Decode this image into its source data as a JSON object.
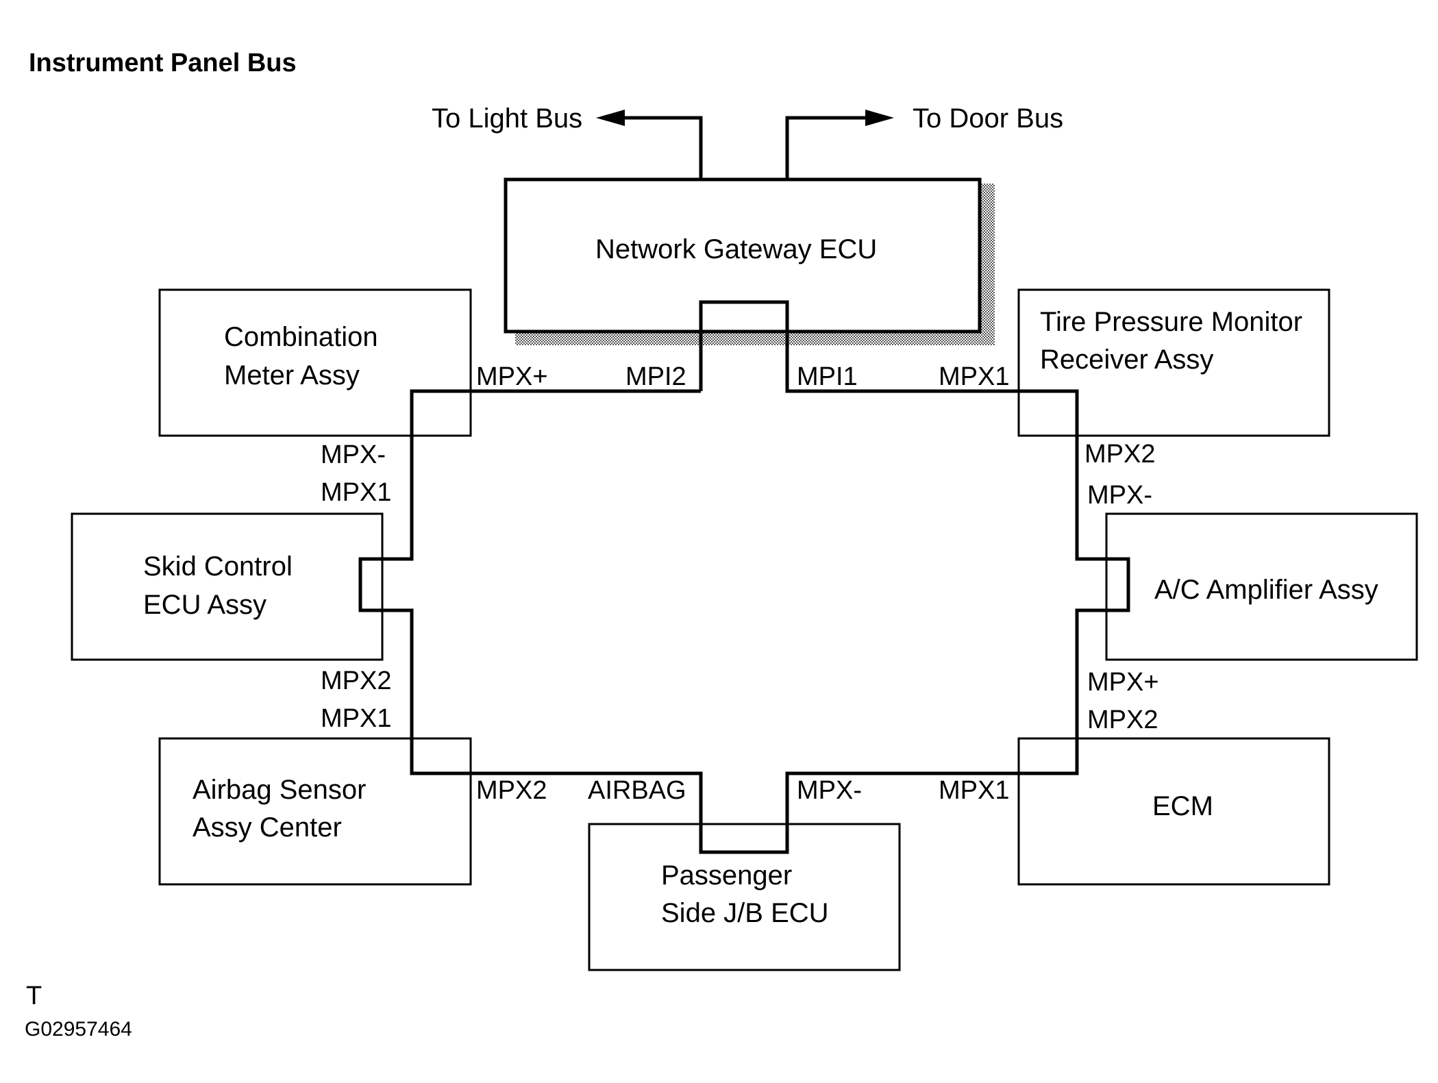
{
  "title": "Instrument Panel Bus",
  "external": {
    "light_bus": "To Light Bus",
    "door_bus": "To Door Bus"
  },
  "components": {
    "gateway": [
      "Network Gateway ECU"
    ],
    "combination_meter": [
      "Combination",
      "Meter Assy"
    ],
    "tire_pressure": [
      "Tire Pressure Monitor",
      "Receiver Assy"
    ],
    "skid_control": [
      "Skid Control",
      "ECU Assy"
    ],
    "ac_amplifier": [
      "A/C Amplifier Assy"
    ],
    "airbag_sensor": [
      "Airbag Sensor",
      "Assy Center"
    ],
    "passenger_jb": [
      "Passenger",
      "Side J/B ECU"
    ],
    "ecm": [
      "ECM"
    ]
  },
  "pins": {
    "meter_mpx_plus": "MPX+",
    "gw_mpi2": "MPI2",
    "gw_mpi1": "MPI1",
    "tire_mpx1": "MPX1",
    "meter_mpx_minus": "MPX-",
    "skid_mpx1": "MPX1",
    "tire_mpx2": "MPX2",
    "ac_mpx_minus": "MPX-",
    "skid_mpx2": "MPX2",
    "airbag_mpx1": "MPX1",
    "ac_mpx_plus": "MPX+",
    "ecm_mpx2": "MPX2",
    "airbag_mpx2": "MPX2",
    "jb_airbag": "AIRBAG",
    "jb_mpx_minus": "MPX-",
    "ecm_mpx1": "MPX1"
  },
  "footer": {
    "letter": "T",
    "code": "G02957464"
  }
}
